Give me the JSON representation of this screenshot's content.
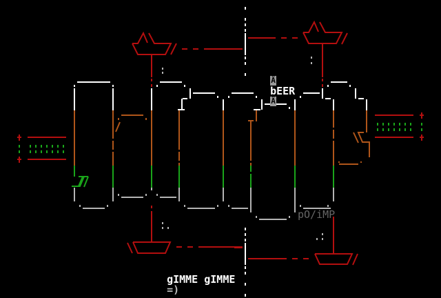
{
  "artwork": {
    "style": "ansi-ascii-art",
    "subject": "cylinder-block / beer tap pipework",
    "colors": {
      "background": "#000000",
      "outline_top": "#ffffff",
      "outline_middle": "#b0561a",
      "outline_lower": "#1aa51a",
      "outline_bottom": "#b4b4b4",
      "pipe": "#b40f0f",
      "connector_dots": "#1aa51a",
      "dim_text": "#6e6e6e"
    }
  },
  "labels": {
    "beer": {
      "left_icon": "Ä",
      "text": "bEER",
      "right_icon": "Ä"
    },
    "gimme": {
      "text": "gIMME gIMME",
      "smile": "=)"
    },
    "credit": "pO/iMP"
  },
  "icons": {
    "boats": [
      "top-left-boat",
      "top-right-boat",
      "bottom-left-boat",
      "bottom-right-boat"
    ],
    "connectors": [
      "left-plug",
      "right-plug"
    ]
  }
}
